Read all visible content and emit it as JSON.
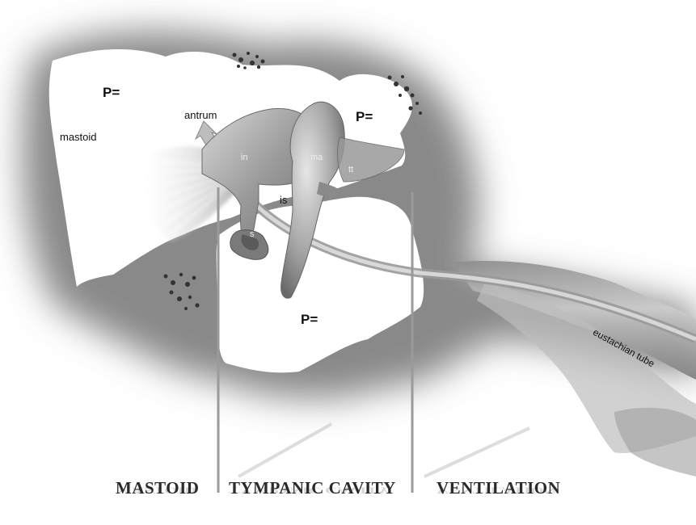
{
  "labels": {
    "mastoid": "mastoid",
    "antrum": "antrum",
    "pressure_top": "P=",
    "pressure_right": "P=",
    "pressure_bottom": "P=",
    "incus": "in",
    "malleus": "ma",
    "tensor_tympani": "tt",
    "incudostapedial": "is",
    "stapes": "s",
    "eustachian_tube": "eustachian tube"
  },
  "sections": {
    "mastoid": "MASTOID",
    "tympanic_cavity": "TYMPANIC CAVITY",
    "ventilation": "VENTILATION"
  }
}
